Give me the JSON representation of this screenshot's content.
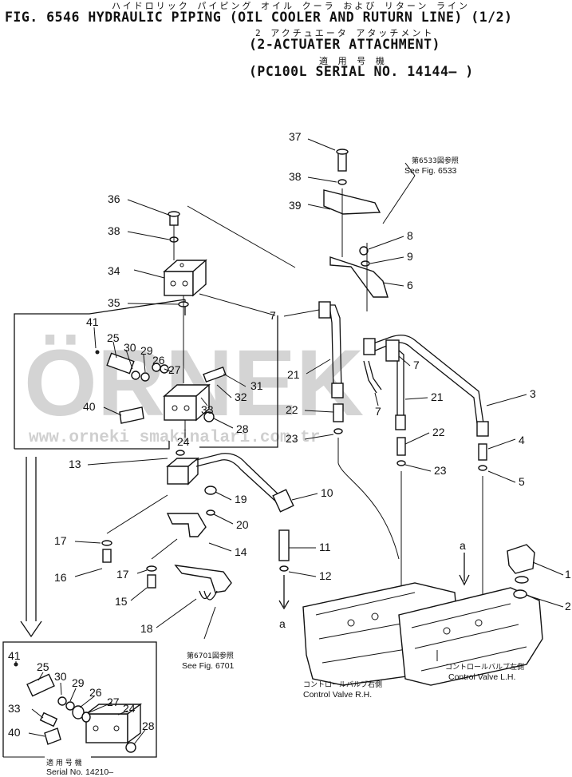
{
  "header": {
    "jp_title": "ハイドロリック パイピング オイル クーラ および リターン ライン",
    "fig_title": "FIG. 6546  HYDRAULIC PIPING (OIL COOLER AND RUTURN LINE) (1/2)",
    "jp_subtitle": "2 アクチュエータ アタッチメント",
    "subtitle": "(2-ACTUATER ATTACHMENT)",
    "jp_applicable": "適 用 号 機",
    "applicable": "(PC100L SERIAL NO. 14144– )"
  },
  "watermark": {
    "logo": "ÖRNEK",
    "url": "www.orneki smakinalari.com.tr"
  },
  "callouts": [
    "37",
    "38",
    "39",
    "36",
    "38",
    "8",
    "9",
    "6",
    "34",
    "35",
    "7",
    "41",
    "25",
    "30",
    "29",
    "26",
    "27",
    "31",
    "32",
    "21",
    "3",
    "7",
    "7",
    "21",
    "40",
    "33",
    "22",
    "28",
    "23",
    "22",
    "24",
    "4",
    "23",
    "5",
    "13",
    "10",
    "19",
    "20",
    "17",
    "11",
    "14",
    "16",
    "17",
    "12",
    "a",
    "15",
    "18",
    "a",
    "1",
    "2",
    "41",
    "25",
    "30",
    "29",
    "26",
    "27",
    "24",
    "33",
    "28",
    "40"
  ],
  "notes": {
    "see6533_jp": "第6533図参照",
    "see6533": "See Fig. 6533",
    "see6701_jp": "第6701図参照",
    "see6701": "See Fig. 6701",
    "cv_rh_jp": "コントロールバルブ右側",
    "cv_rh": "Control Valve R.H.",
    "cv_lh_jp": "コントロールバルブ左側",
    "cv_lh": "Control Valve L.H.",
    "inset_jp": "適 用 号 機",
    "inset_serial": "Serial No. 14210–"
  }
}
